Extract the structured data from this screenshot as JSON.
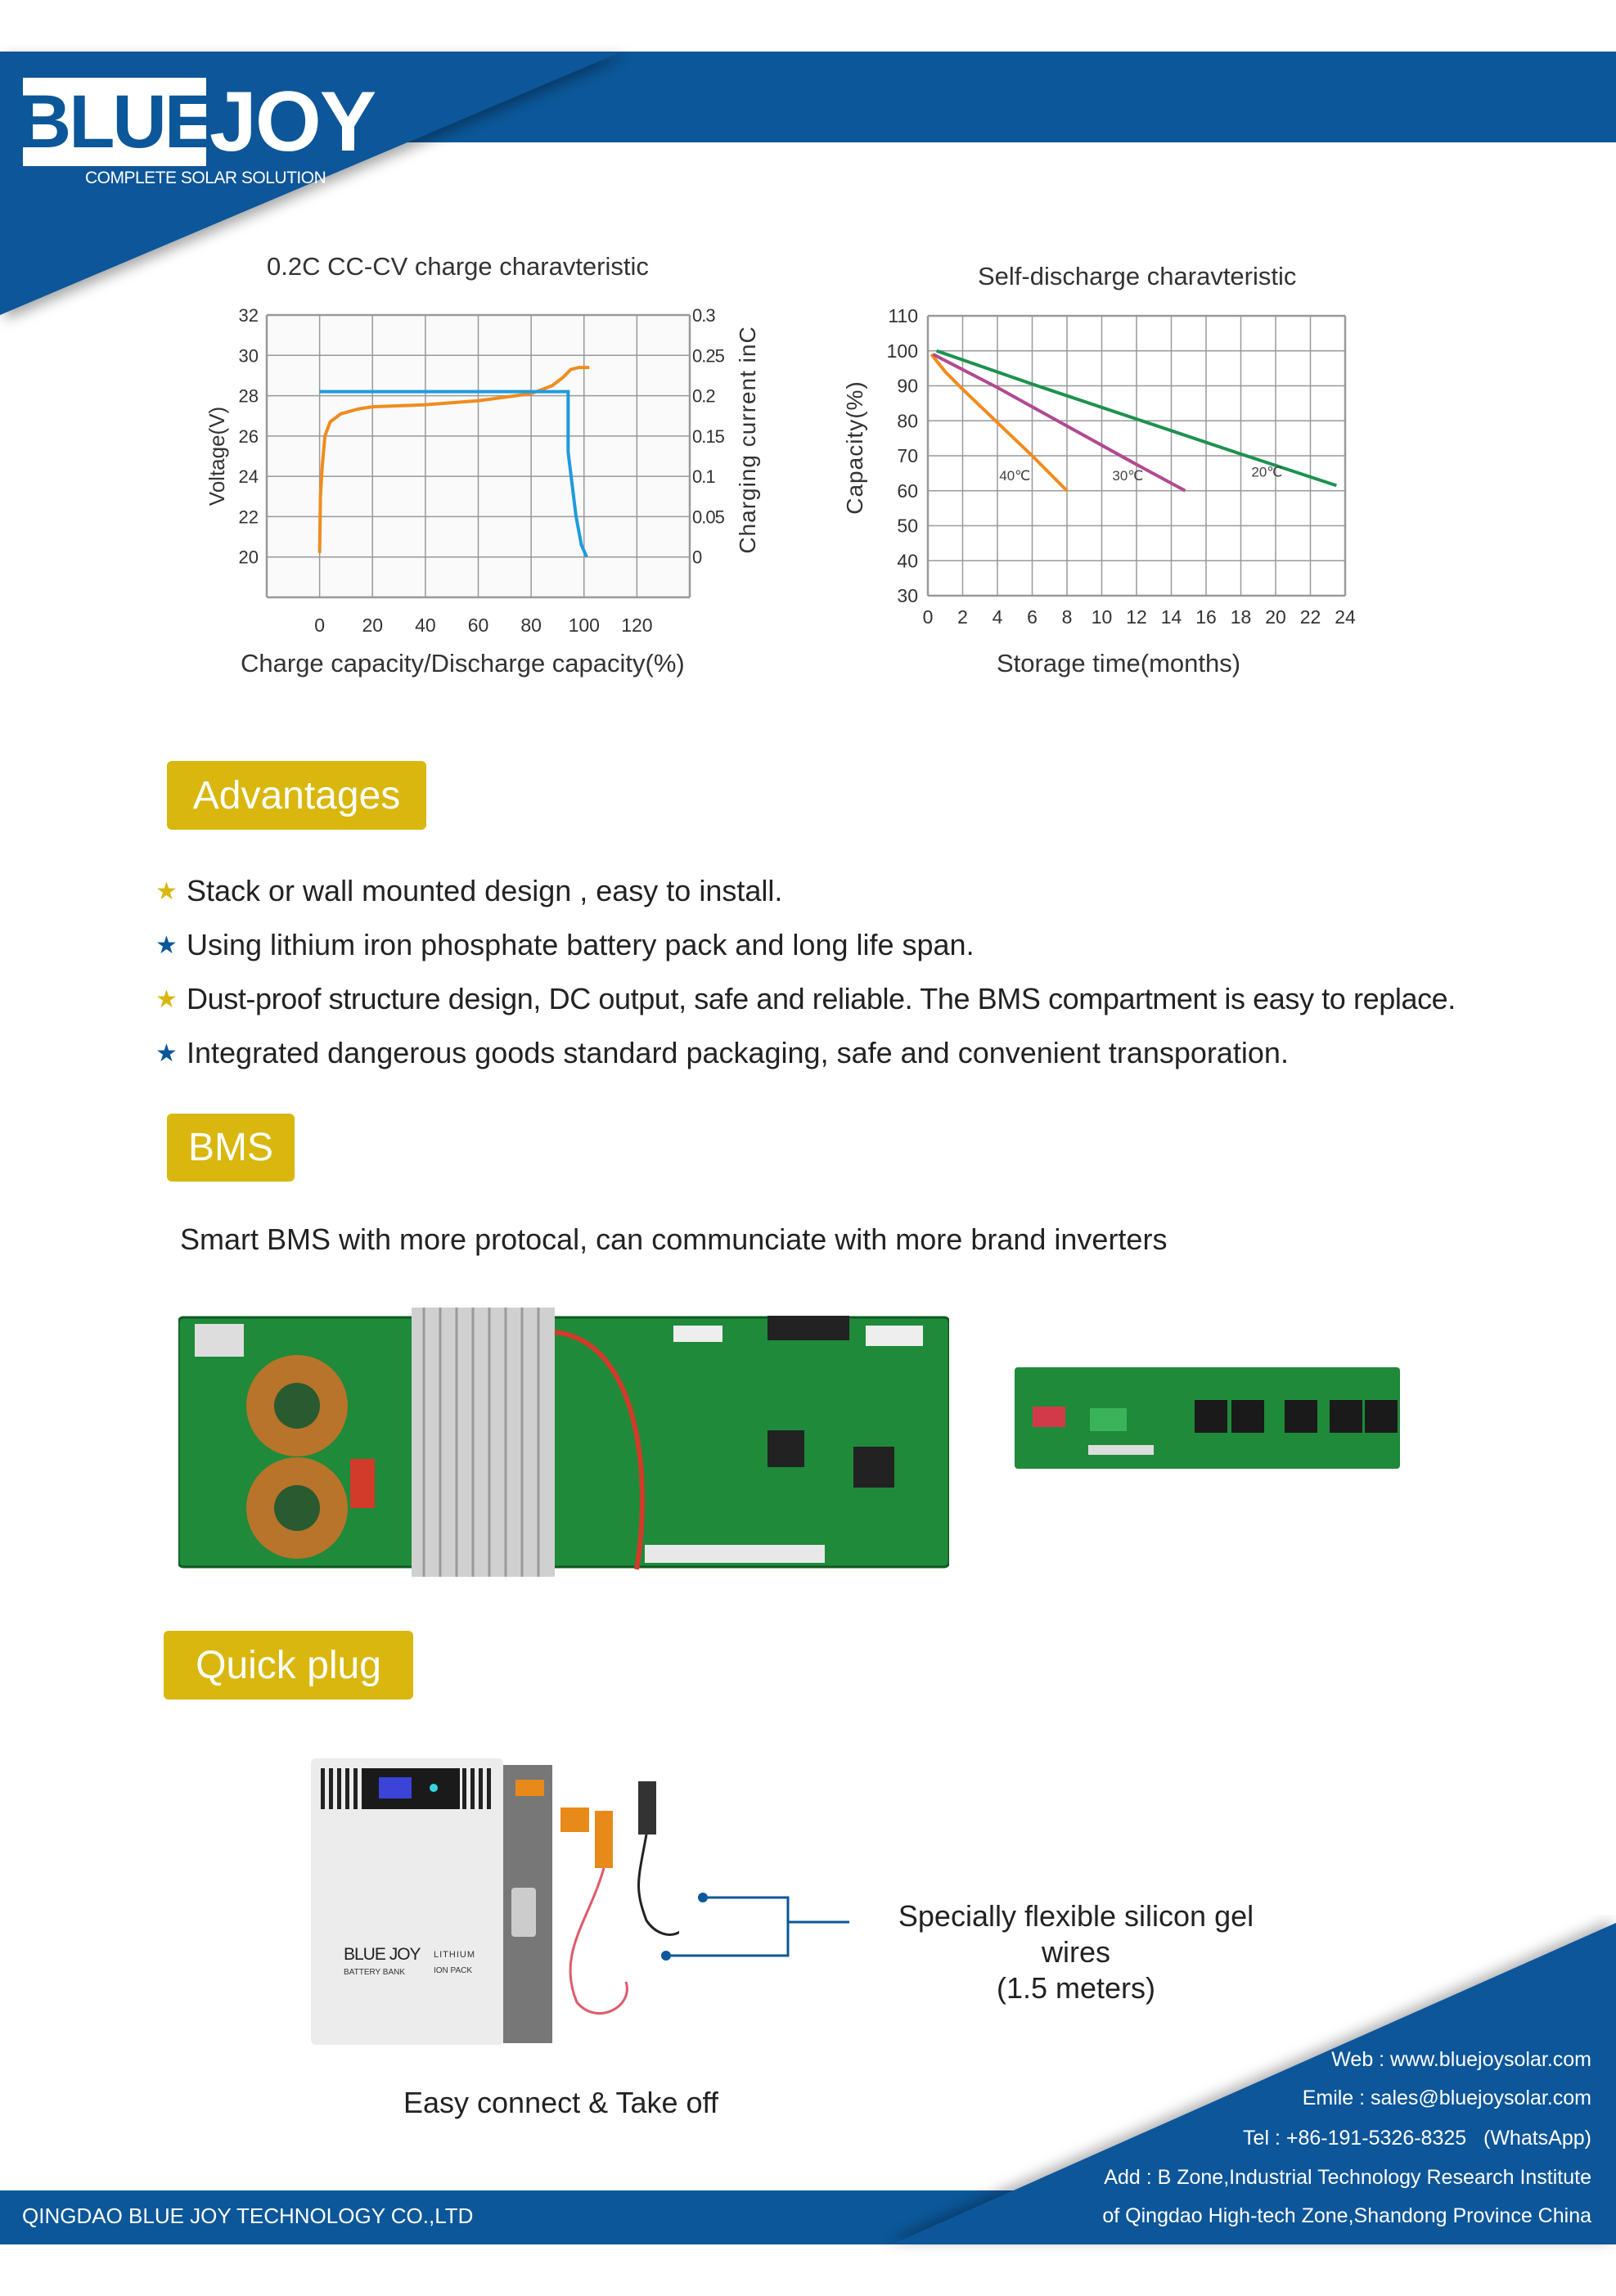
{
  "header": {
    "logo_blue": "BLUE",
    "logo_joy": "JOY",
    "tagline": "COMPLETE SOLAR SOLUTION"
  },
  "colors": {
    "brand_blue": "#0b5799",
    "badge_gold": "#d9b70e",
    "star_gold": "#d9b70e",
    "star_blue": "#0b5799"
  },
  "chart_data": [
    {
      "type": "line",
      "title": "0.2C CC-CV charge charavteristic",
      "xlabel": "Charge capacity/Discharge capacity(%)",
      "ylabel": "Voltage(V)",
      "y2label": "Charging current inC",
      "xticks": [
        "0",
        "20",
        "40",
        "60",
        "80",
        "100",
        "120"
      ],
      "yticks": [
        "20",
        "22",
        "24",
        "26",
        "28",
        "30",
        "32"
      ],
      "y2ticks": [
        "0",
        "0.05",
        "0.1",
        "0.15",
        "0.2",
        "0.25",
        "0.3"
      ],
      "xlim": [
        -20,
        140
      ],
      "ylim": [
        18,
        32
      ],
      "y2lim": [
        -0.05,
        0.3
      ],
      "grid": true,
      "series": [
        {
          "name": "Voltage",
          "axis": "left",
          "color": "#f08c1e",
          "points": [
            [
              0,
              20.2
            ],
            [
              0.3,
              23
            ],
            [
              1,
              24.5
            ],
            [
              2,
              26
            ],
            [
              4,
              26.7
            ],
            [
              8,
              27.1
            ],
            [
              15,
              27.35
            ],
            [
              20,
              27.45
            ],
            [
              40,
              27.55
            ],
            [
              60,
              27.75
            ],
            [
              80,
              28.1
            ],
            [
              88,
              28.5
            ],
            [
              92,
              28.9
            ],
            [
              95,
              29.3
            ],
            [
              98,
              29.4
            ],
            [
              102,
              29.4
            ]
          ]
        },
        {
          "name": "Charging current",
          "axis": "right",
          "color": "#1e9be0",
          "points": [
            [
              0,
              0.205
            ],
            [
              94,
              0.205
            ],
            [
              94,
              0.13
            ],
            [
              97,
              0.05
            ],
            [
              99,
              0.015
            ],
            [
              101,
              0.0
            ]
          ]
        }
      ]
    },
    {
      "type": "line",
      "title": "Self-discharge charavteristic",
      "xlabel": "Storage time(months)",
      "ylabel": "Capacity(%)",
      "xticks": [
        "0",
        "2",
        "4",
        "6",
        "8",
        "10",
        "12",
        "14",
        "16",
        "18",
        "20",
        "22",
        "24"
      ],
      "yticks": [
        "30",
        "40",
        "50",
        "60",
        "70",
        "80",
        "90",
        "100",
        "110"
      ],
      "xlim": [
        0,
        24
      ],
      "ylim": [
        30,
        110
      ],
      "grid": true,
      "series": [
        {
          "name": "40℃",
          "color": "#f08c1e",
          "label_at": [
            5,
            63
          ],
          "points": [
            [
              0.2,
              99
            ],
            [
              1,
              94
            ],
            [
              2,
              89
            ],
            [
              4,
              79.5
            ],
            [
              6,
              70
            ],
            [
              8,
              60
            ]
          ]
        },
        {
          "name": "30℃",
          "color": "#b04a92",
          "label_at": [
            11.5,
            63
          ],
          "points": [
            [
              0.3,
              99
            ],
            [
              4,
              89.5
            ],
            [
              8,
              78.5
            ],
            [
              12,
              67.5
            ],
            [
              14.8,
              60
            ]
          ]
        },
        {
          "name": "20℃",
          "color": "#1e9150",
          "label_at": [
            19.5,
            64
          ],
          "points": [
            [
              0.5,
              100
            ],
            [
              6,
              90.5
            ],
            [
              12,
              80.5
            ],
            [
              18,
              70.5
            ],
            [
              23.5,
              61.5
            ]
          ]
        }
      ]
    }
  ],
  "advantages": {
    "title": "Advantages",
    "items": [
      "Stack or wall mounted design , easy to install.",
      "Using lithium iron phosphate battery pack and long life span.",
      "Dust-proof structure design, DC output, safe and reliable. The BMS compartment is easy to replace.",
      "Integrated dangerous goods standard packaging, safe and convenient transporation."
    ]
  },
  "bms": {
    "title": "BMS",
    "description": "Smart BMS with more protocal, can communciate with more brand inverters"
  },
  "quick_plug": {
    "title": "Quick plug",
    "battery_brand": "BLUE JOY",
    "battery_sub1": "BATTERY BANK",
    "battery_sub2": "LITHIUM",
    "battery_sub3": "ION PACK",
    "wires_line1": "Specially flexible silicon gel wires",
    "wires_line2": "(1.5 meters)",
    "caption": "Easy connect & Take off"
  },
  "footer": {
    "company": "QINGDAO BLUE JOY TECHNOLOGY CO.,LTD",
    "web": "Web : www.bluejoysolar.com",
    "email": "Emile : sales@bluejoysolar.com",
    "tel": "Tel : +86-191-5326-8325   (WhatsApp)",
    "address1": "Add : B Zone,Industrial Technology Research Institute",
    "address2": "of Qingdao High-tech Zone,Shandong Province China"
  }
}
